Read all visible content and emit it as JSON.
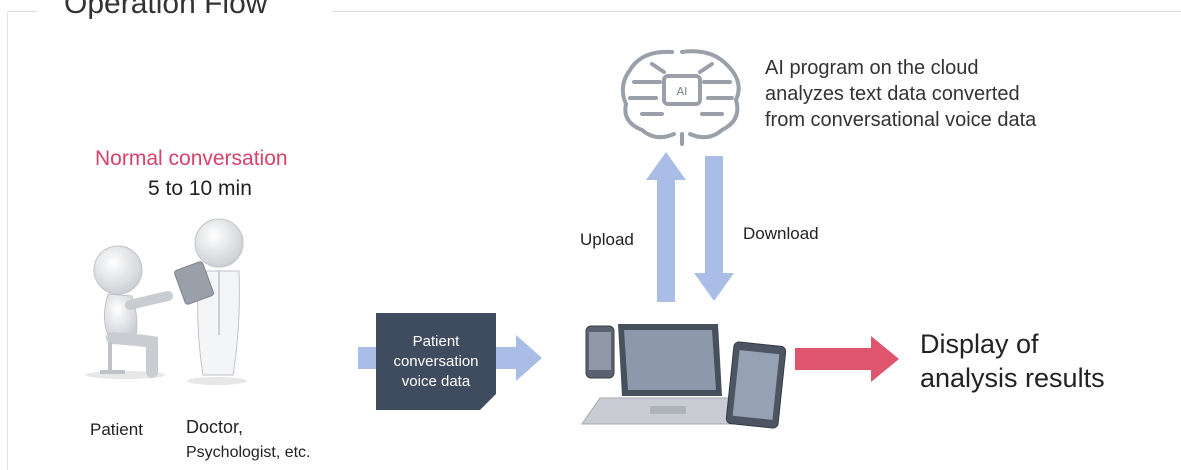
{
  "heading": "Operation Flow",
  "conversation": {
    "title": "Normal conversation",
    "duration": "5 to 10 min"
  },
  "people": {
    "patient_label": "Patient",
    "doctor_label_1": "Doctor,",
    "doctor_label_2": "Psychologist, etc."
  },
  "voice_box": {
    "line1": "Patient",
    "line2": "conversation",
    "line3": "voice data"
  },
  "cloud": {
    "chip_label": "AI",
    "line1": "AI program on the cloud",
    "line2": "analyzes text data converted",
    "line3": "from conversational voice data"
  },
  "transfer": {
    "upload": "Upload",
    "download": "Download"
  },
  "result": {
    "line1": "Display of",
    "line2": "analysis results"
  },
  "colors": {
    "accent_pink": "#d8426a",
    "arrow_blue": "#a9bde6",
    "box_navy": "#3f4b5e",
    "brain_gray": "#9aa0aa"
  }
}
